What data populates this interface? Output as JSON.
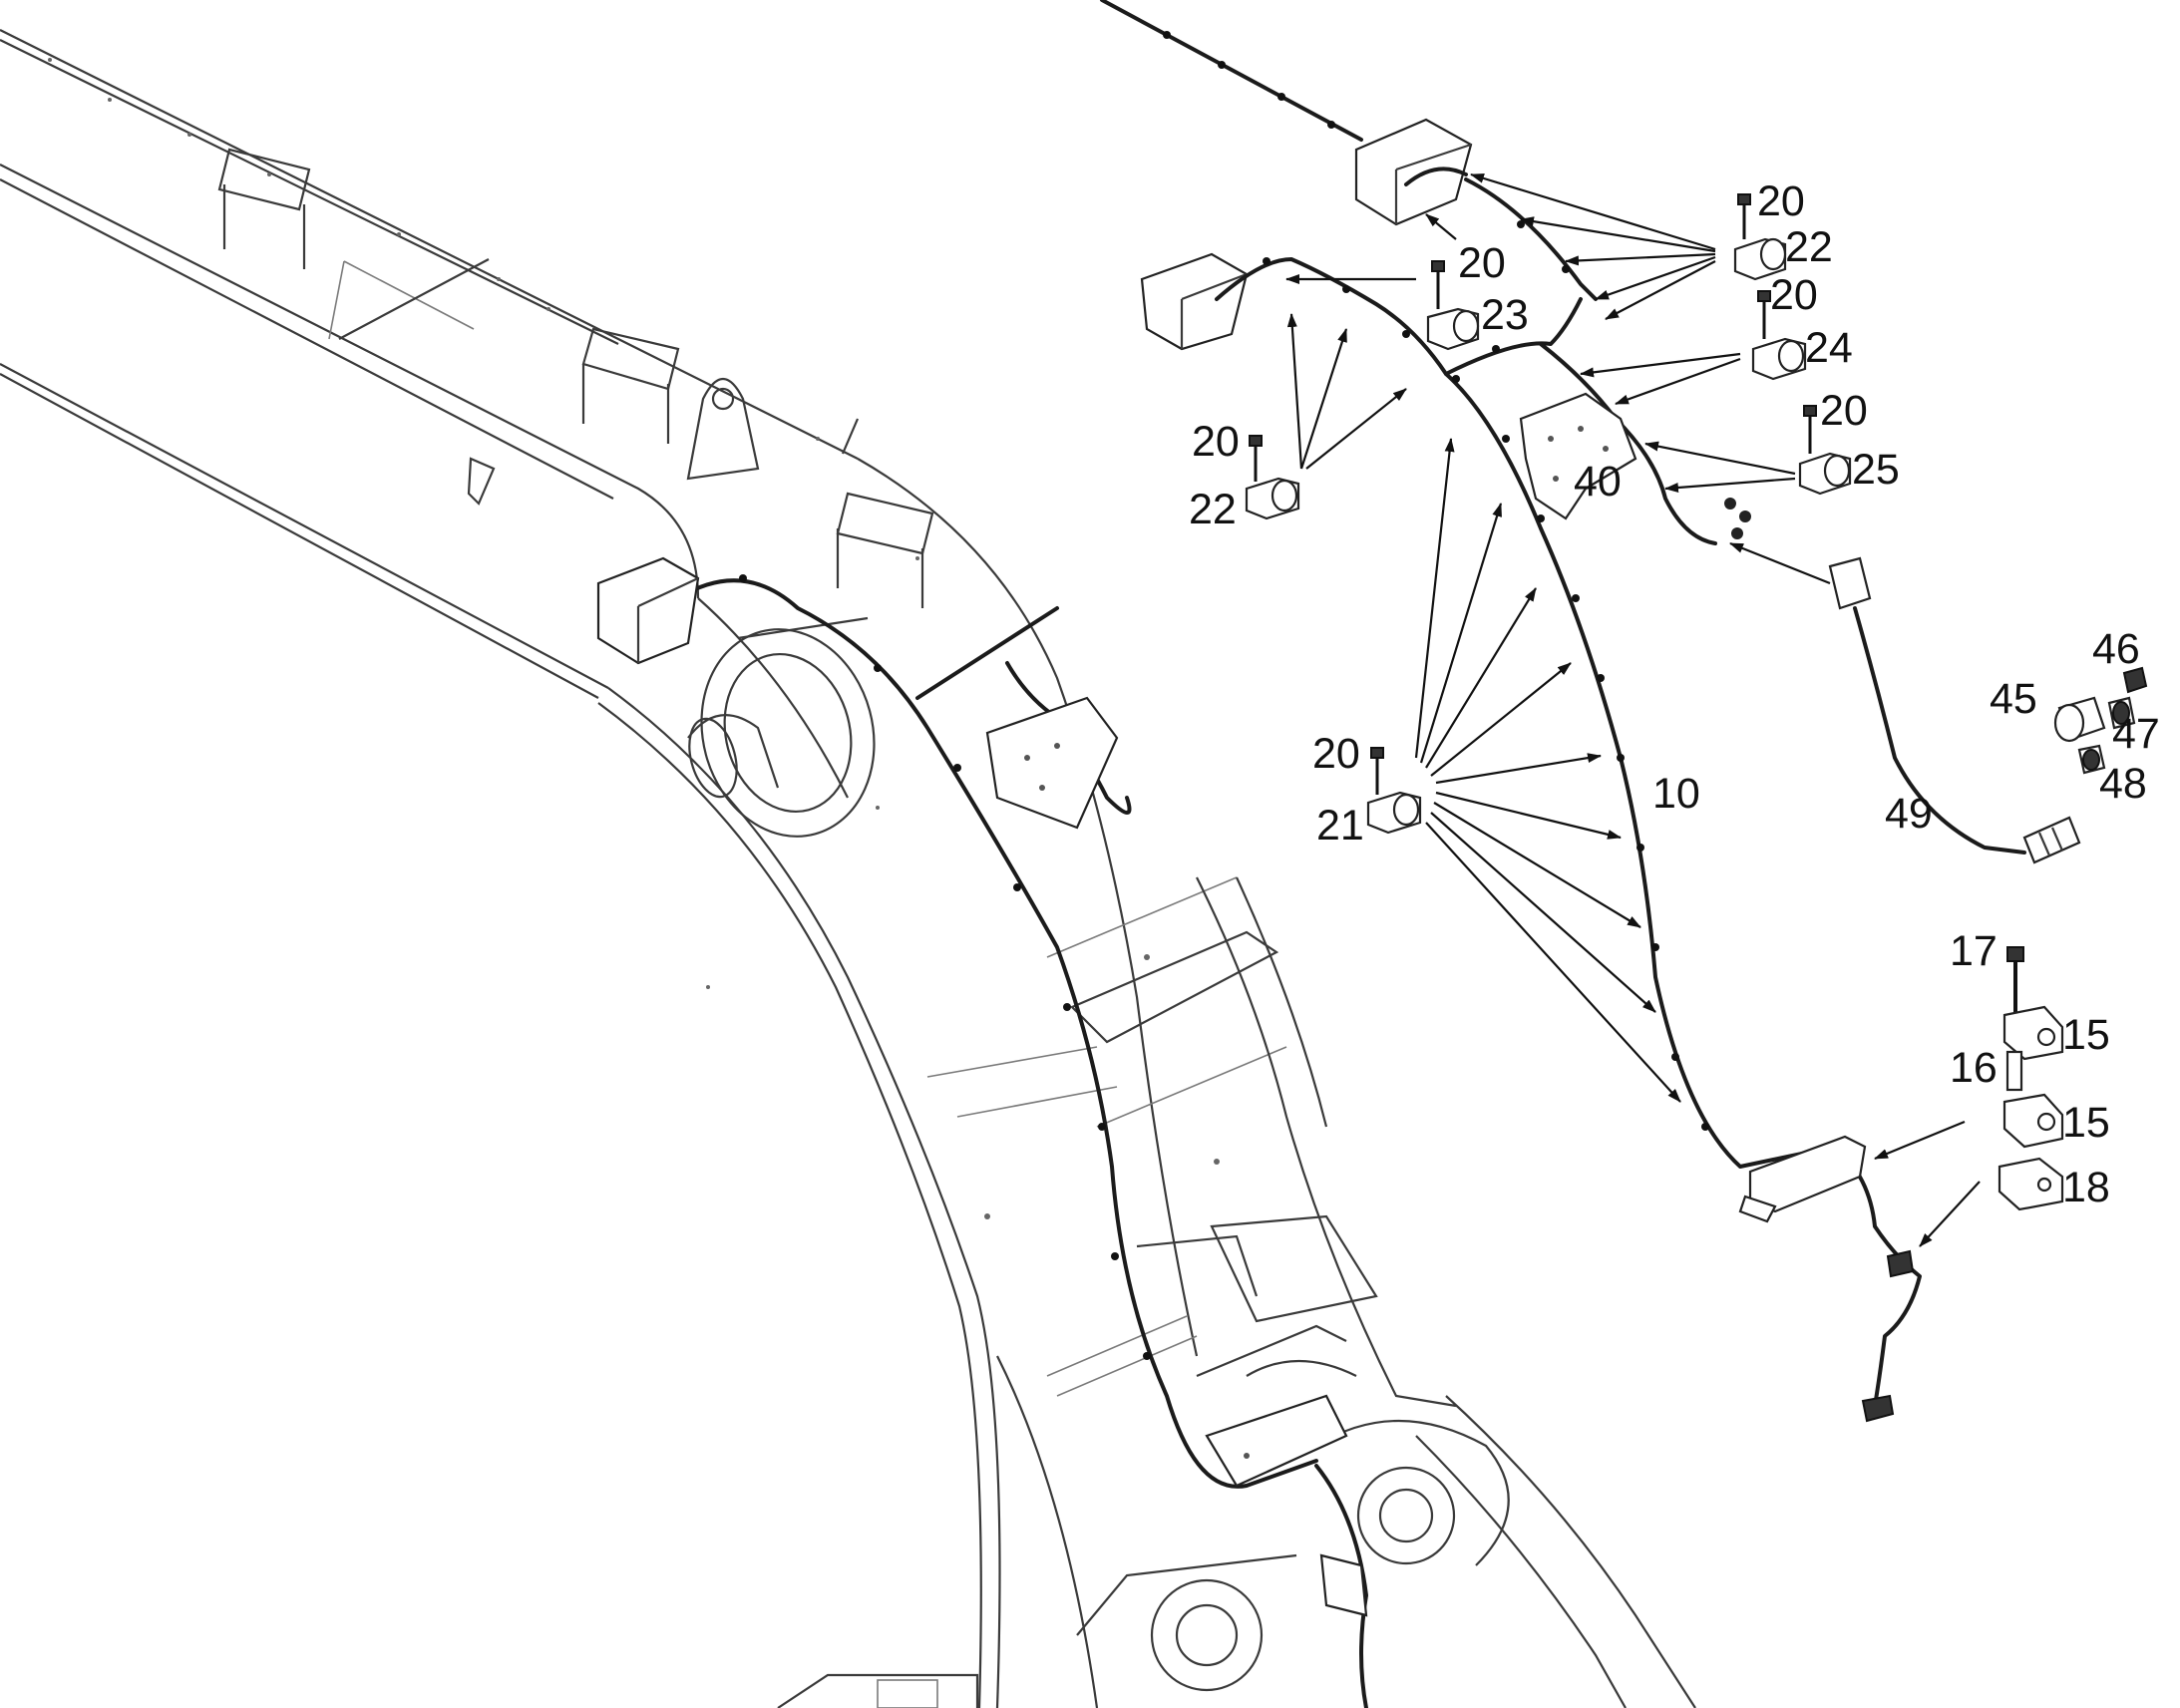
{
  "callouts": {
    "c10": "10",
    "c15a": "15",
    "c15b": "15",
    "c16": "16",
    "c17": "17",
    "c18": "18",
    "c20a": "20",
    "c20b": "20",
    "c20c": "20",
    "c20d": "20",
    "c20e": "20",
    "c20f": "20",
    "c21": "21",
    "c22a": "22",
    "c22b": "22",
    "c23": "23",
    "c24": "24",
    "c25": "25",
    "c40": "40",
    "c45": "45",
    "c46": "46",
    "c47": "47",
    "c48": "48",
    "c49": "49"
  },
  "colors": {
    "line": "#3a3a3a",
    "harness": "#1b1b1b",
    "text": "#111111",
    "background": "#ffffff"
  }
}
